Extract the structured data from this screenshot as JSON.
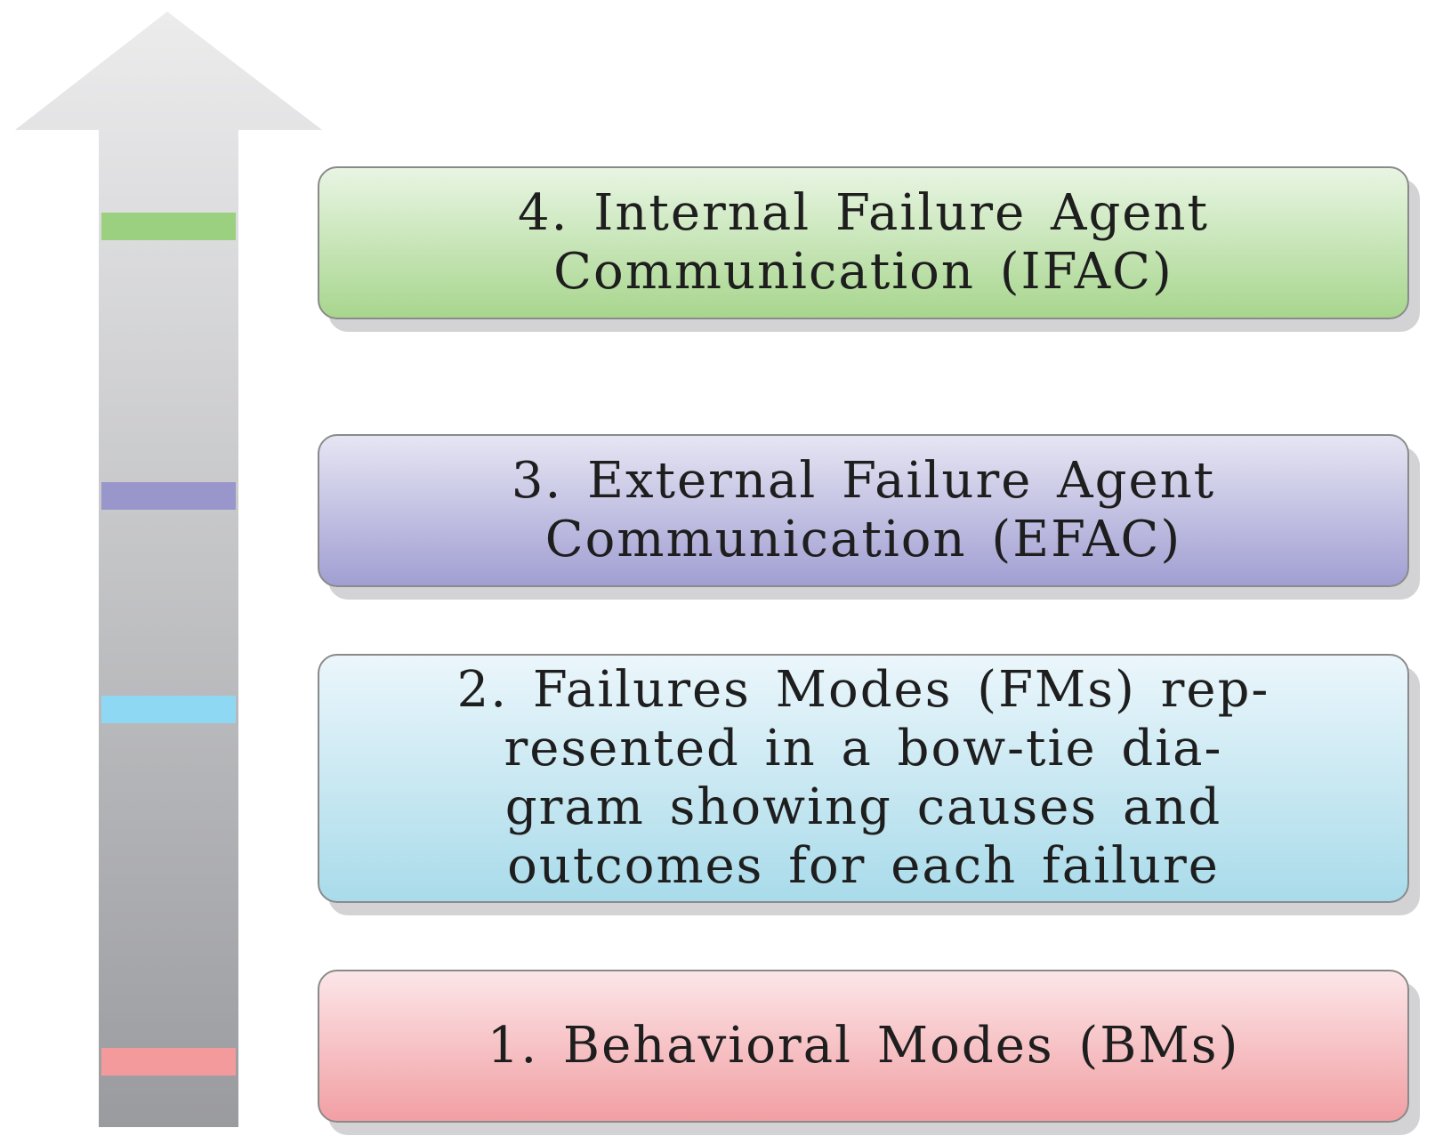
{
  "levels": [
    {
      "number": "4.",
      "text": "4.  Internal Failure Agent\nCommunication (IFAC)",
      "color": "#9ad07f"
    },
    {
      "number": "3.",
      "text": "3.  External Failure Agent\nCommunication (EFAC)",
      "color": "#9896cb"
    },
    {
      "number": "2.",
      "text": "2.  Failures Modes (FMs) rep-\nresented in a bow-tie dia-\ngram showing causes and\noutcomes for each failure",
      "color": "#8ed8f4"
    },
    {
      "number": "1.",
      "text": "1.  Behavioral Modes (BMs)",
      "color": "#f39a9c"
    }
  ],
  "arrow": {
    "direction": "up",
    "color_top": "#ececed",
    "color_bottom": "#9a9b9f"
  }
}
